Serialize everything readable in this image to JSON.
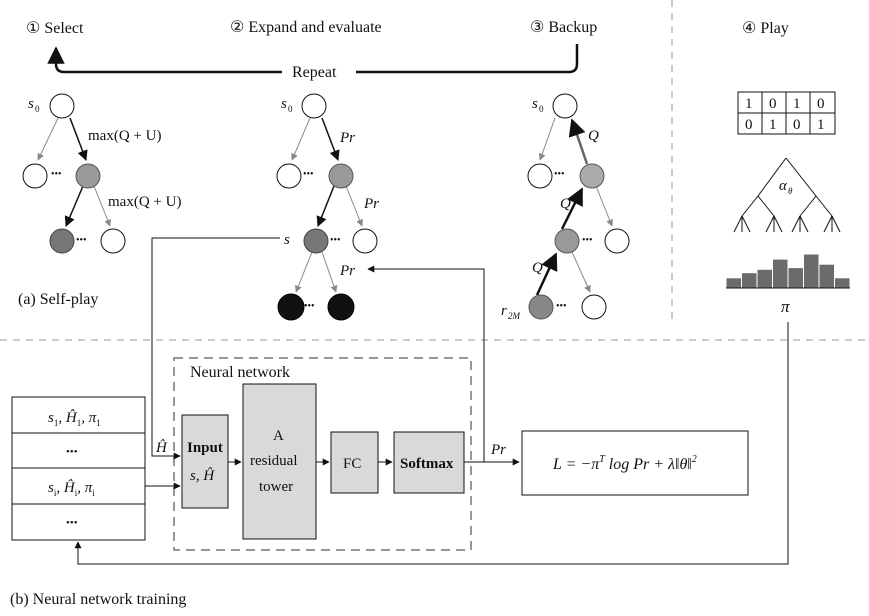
{
  "steps": {
    "select": "① Select",
    "expand": "② Expand and evaluate",
    "backup": "③ Backup",
    "play": "④ Play"
  },
  "repeat_label": "Repeat",
  "tree_labels": {
    "s0": "s",
    "s0_sub": "0",
    "max_qu": "max(Q + U)",
    "pr": "Pr",
    "s": "s",
    "q": "Q",
    "r": "r",
    "r_sub": "2M",
    "alpha": "α",
    "alpha_sub": "θ",
    "pi": "π"
  },
  "board": [
    [
      "1",
      "0",
      "1",
      "0"
    ],
    [
      "0",
      "1",
      "0",
      "1"
    ]
  ],
  "histogram_levels": [
    0.3,
    0.45,
    0.55,
    0.85,
    0.6,
    1.0,
    0.7,
    0.3
  ],
  "captions": {
    "self_play": "(a)  Self-play",
    "training": "(b)  Neural network training"
  },
  "network": {
    "title": "Neural network",
    "input_label": "Input",
    "input_sub": "s, Ĥ",
    "residual_lines": [
      "A",
      "residual",
      "tower"
    ],
    "fc": "FC",
    "softmax": "Softmax",
    "h_hat": "Ĥ",
    "pr_out": "Pr",
    "loss": "L = −π",
    "loss_sup": "T",
    "loss_rest": " log Pr + λ‖θ‖",
    "loss_sup2": "2"
  },
  "buffer": {
    "row1": "s",
    "row1_sub": "1",
    "row1_rest": ", Ĥ",
    "row1_sub2": "1",
    "row1_end": ", π",
    "row1_sub3": "1",
    "dots": "•••",
    "row3": "s",
    "row3_sub": "i",
    "row3_rest": ", Ĥ",
    "row3_sub2": "i",
    "row3_end": ", π",
    "row3_sub3": "i"
  }
}
